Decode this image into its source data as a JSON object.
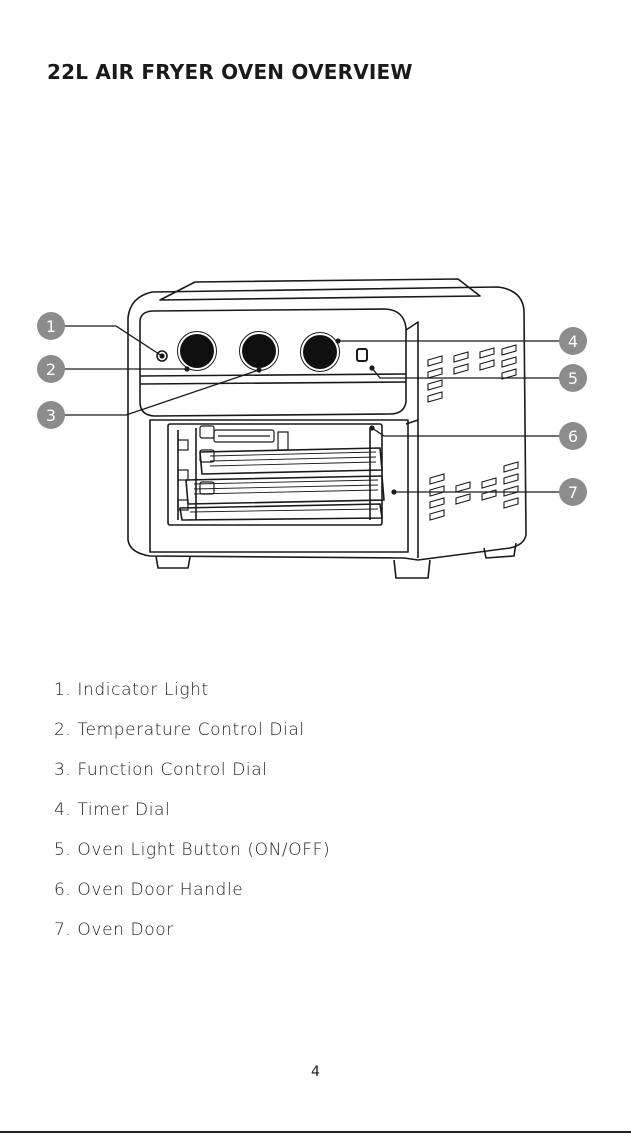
{
  "page": {
    "title": "22L AIR FRYER OVEN OVERVIEW",
    "page_number": "4"
  },
  "callouts": [
    "1",
    "2",
    "3",
    "4",
    "5",
    "6",
    "7"
  ],
  "parts": [
    "1. Indicator Light",
    "2. Temperature Control Dial",
    "3. Function Control Dial",
    "4. Timer Dial",
    "5. Oven Light Button (ON/OFF)",
    "6. Oven Door Handle",
    "7. Oven Door"
  ],
  "colors": {
    "callout_fill": "#8c8c8c",
    "ink": "#1a1a1a"
  }
}
